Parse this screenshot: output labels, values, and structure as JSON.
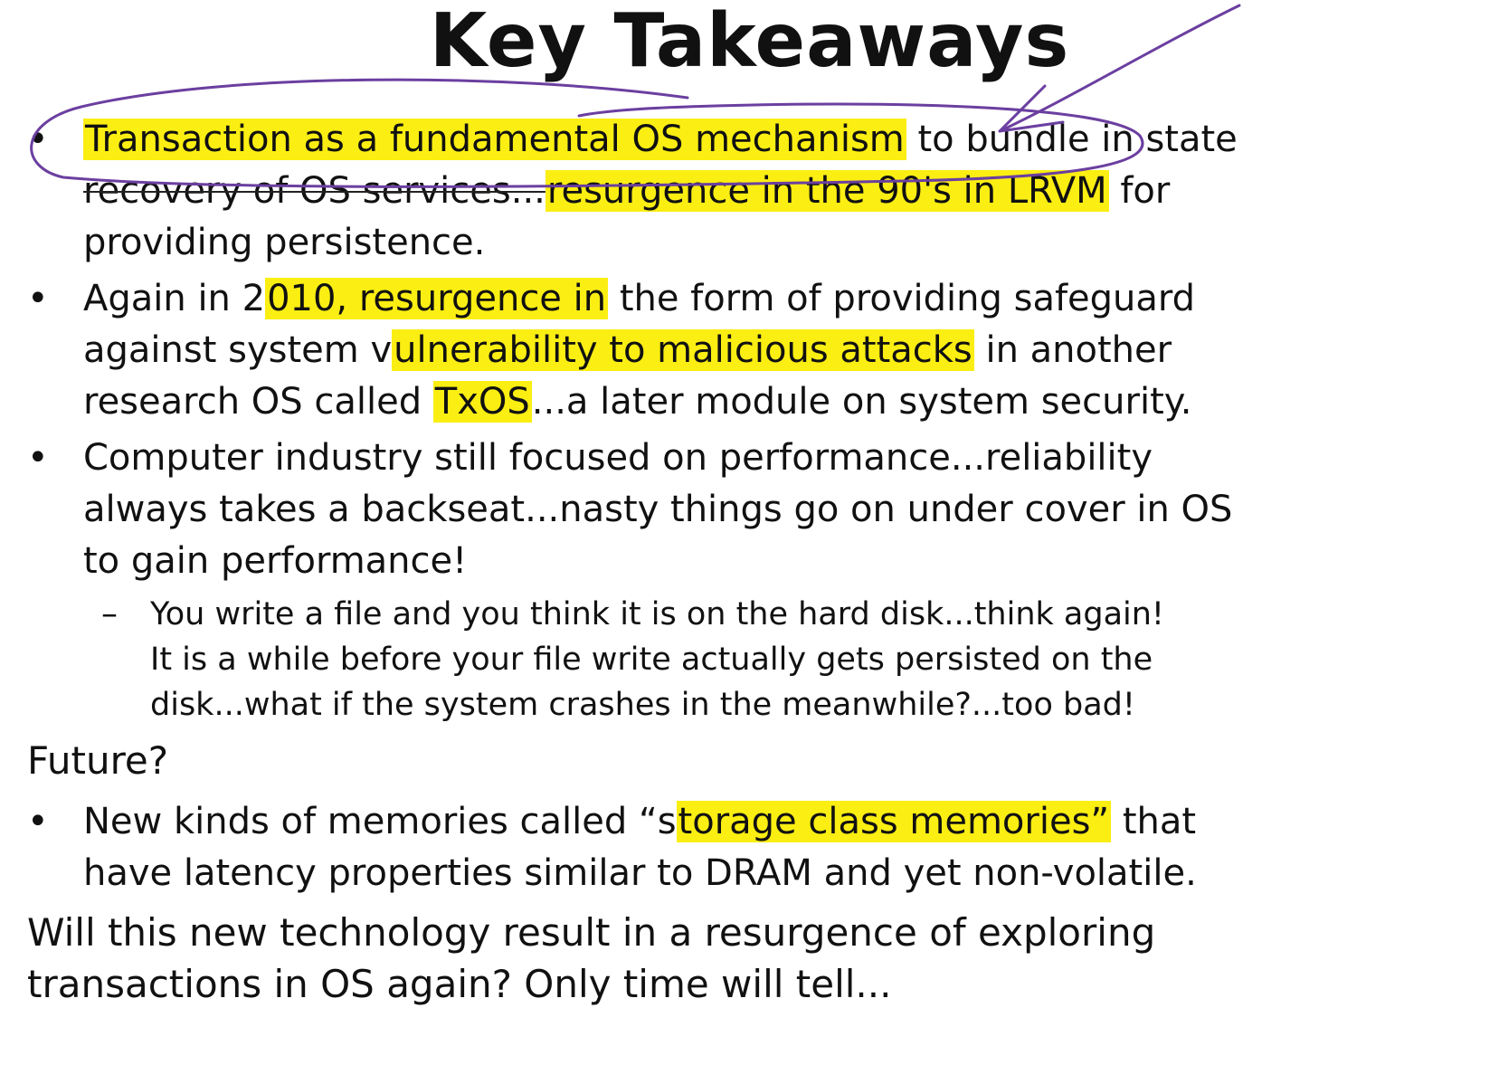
{
  "title": "Key Takeaways",
  "colors": {
    "highlight": "#fbee12",
    "ink": "#111111",
    "annotation": "#6b3fa0"
  },
  "bullets": [
    {
      "lines": [
        [
          "Transaction as a fundamental OS mechanism",
          " to bundle in state"
        ],
        [
          "recovery of OS services...",
          "resurgence in the 90's in LRVM",
          " for"
        ],
        [
          "providing persistence."
        ]
      ]
    },
    {
      "lines": [
        [
          "Again in 2",
          "010, resurgence in",
          " the form of providing safeguard"
        ],
        [
          "against system v",
          "ulnerability to malicious attacks",
          " in another"
        ],
        [
          "research OS called ",
          "TxOS",
          "...a later module on system security."
        ]
      ]
    },
    {
      "lines": [
        [
          "Computer industry still focused on performance...reliability"
        ],
        [
          "always takes a backseat...nasty things go on under cover in OS"
        ],
        [
          "to gain performance!"
        ]
      ],
      "sub": {
        "dash": "–",
        "lines": [
          "You write a file and you think it is on the hard disk...think again!",
          "It is a while before your file write actually gets persisted on the",
          "disk...what if the system crashes in the meanwhile?...too bad!"
        ]
      }
    }
  ],
  "future": {
    "heading": "Future?",
    "bullet": {
      "lines": [
        [
          "New kinds of memories called “s",
          "torage class memories”",
          " that"
        ],
        [
          "have latency properties similar to DRAM and yet non-volatile."
        ]
      ]
    },
    "closing": [
      "Will this new technology result in a resurgence of exploring",
      "transactions in OS again? Only time will tell..."
    ]
  },
  "bullet_symbol": "•"
}
